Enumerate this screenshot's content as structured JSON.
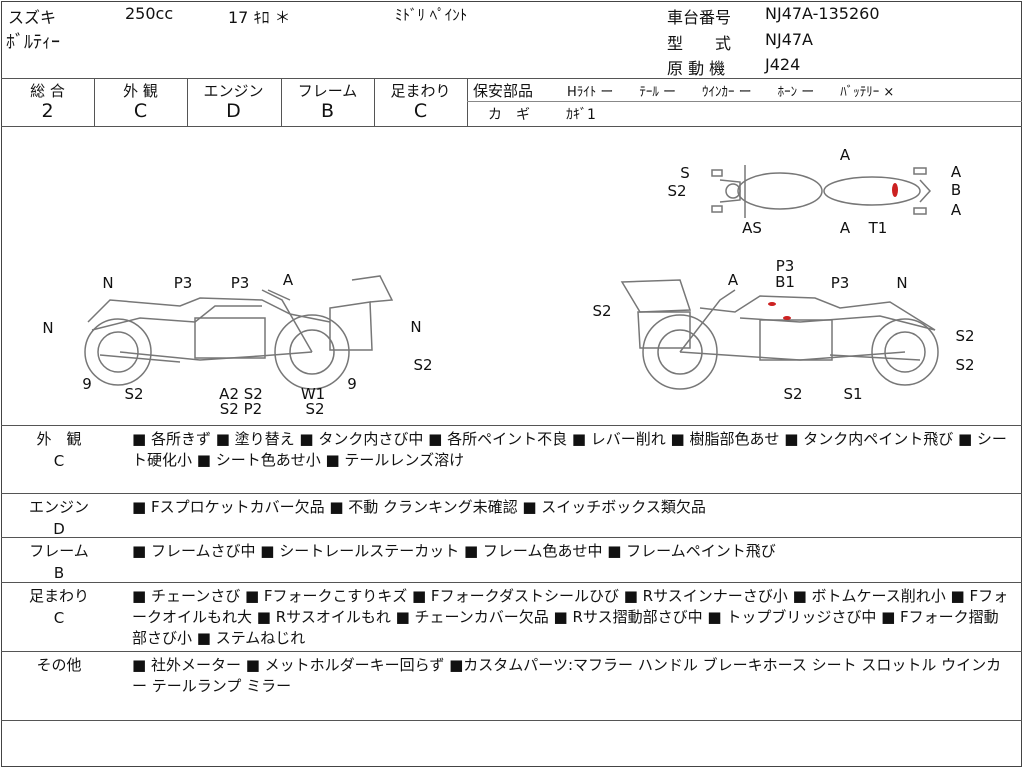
{
  "header": {
    "maker": "スズキ",
    "displacement": "250cc",
    "year": "17 ｷﾛ ＊",
    "color": "ﾐﾄﾞﾘ ﾍﾟｲﾝﾄ",
    "model_name": "ﾎﾞﾙﾃｨｰ",
    "chassis_label": "車台番号",
    "chassis_value": "NJ47A-135260",
    "type_label": "型　　式",
    "type_value": "NJ47A",
    "engine_label": "原 動 機",
    "engine_value": "J424"
  },
  "grades": [
    {
      "label": "総 合",
      "value": "2"
    },
    {
      "label": "外 観",
      "value": "C"
    },
    {
      "label": "エンジン",
      "value": "D"
    },
    {
      "label": "フレーム",
      "value": "B"
    },
    {
      "label": "足まわり",
      "value": "C"
    }
  ],
  "safety": {
    "label": "保安部品",
    "items": "Hﾗｲﾄ ー　　ﾃｰﾙ ー　　ｳｲﾝｶｰ ー　　ﾎｰﾝ ー　　ﾊﾞｯﾃﾘｰ ×"
  },
  "keys": {
    "label": "カ　ギ",
    "value": "ｶｷﾞ1"
  },
  "diagram_labels": [
    "N",
    "P3",
    "P3",
    "A",
    "N",
    "N",
    "S2",
    "9",
    "S2",
    "A2 S2",
    "S2 P2",
    "W1",
    "9",
    "S2",
    "A",
    "P3",
    "B1",
    "P3",
    "N",
    "S2",
    "S2",
    "S2",
    "S2",
    "S1",
    "A",
    "S",
    "S2",
    "A",
    "B",
    "A",
    "AS",
    "A",
    "T1"
  ],
  "notes": [
    {
      "label": "外　観",
      "grade": "C",
      "text": "■ 各所きず ■ 塗り替え ■ タンク内さび中 ■ 各所ペイント不良 ■ レバー削れ ■ 樹脂部色あせ ■ タンク内ペイント飛び ■ シート硬化小 ■ シート色あせ小 ■ テールレンズ溶け"
    },
    {
      "label": "エンジン",
      "grade": "D",
      "text": "■ Fスプロケットカバー欠品 ■ 不動 クランキング未確認 ■ スイッチボックス類欠品"
    },
    {
      "label": "フレーム",
      "grade": "B",
      "text": "■ フレームさび中 ■ シートレールステーカット ■ フレーム色あせ中 ■ フレームペイント飛び"
    },
    {
      "label": "足まわり",
      "grade": "C",
      "text": "■ チェーンさび ■ Fフォークこすりキズ ■ Fフォークダストシールひび ■ Rサスインナーさび小 ■ ボトムケース削れ小 ■ Fフォークオイルもれ大 ■ Rサスオイルもれ ■ チェーンカバー欠品 ■ Rサス摺動部さび中 ■ トップブリッジさび中 ■ Fフォーク摺動部さび小 ■ ステムねじれ"
    },
    {
      "label": "その他",
      "grade": "",
      "text": "■ 社外メーター ■ メットホルダーキー回らず ■カスタムパーツ:マフラー ハンドル ブレーキホース シート スロットル ウインカー テールランプ ミラー"
    }
  ],
  "colors": {
    "damage_mark": "#cc2222"
  }
}
